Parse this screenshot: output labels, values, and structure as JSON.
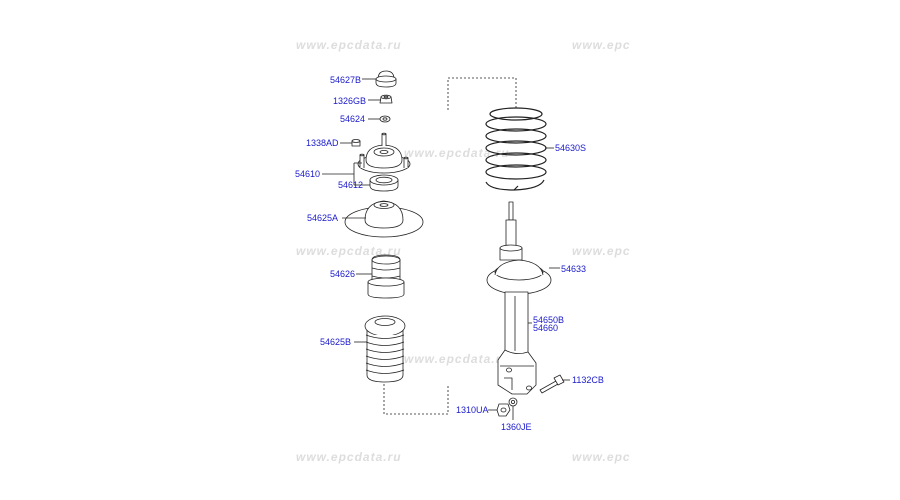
{
  "watermark": "www.epcdata.ru",
  "watermark_partial": "www.epc",
  "labels": {
    "p54627B": "54627B",
    "p1326GB": "1326GB",
    "p54624": "54624",
    "p1338AD": "1338AD",
    "p54610": "54610",
    "p54612": "54612",
    "p54625A": "54625A",
    "p54626": "54626",
    "p54625B": "54625B",
    "p54630S": "54630S",
    "p54633": "54633",
    "p54650B": "54650B",
    "p54660": "54660",
    "p1132CB": "1132CB",
    "p1310UA": "1310UA",
    "p1360JE": "1360JE"
  },
  "colors": {
    "label": "#1a1acc",
    "line": "#222222",
    "watermark": "#dddddd"
  }
}
